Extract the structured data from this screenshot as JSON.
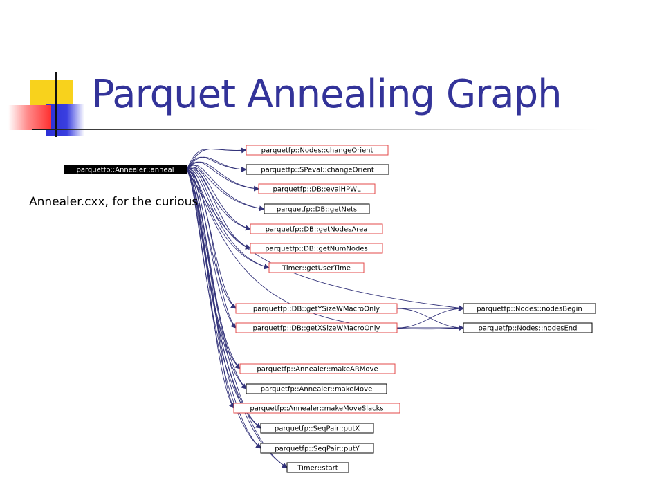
{
  "slide": {
    "title": "Parquet Annealing Graph",
    "caption": "Annealer.cxx, for the curious"
  },
  "colors": {
    "title": "#333399",
    "edge": "#33337a",
    "root_fill": "#000000",
    "node_border_red": "#e34a4a",
    "node_border_black": "#000000"
  },
  "graph": {
    "root": "parquetfp::Annealer::anneal",
    "nodes": [
      {
        "label": "parquetfp::Nodes::changeOrient",
        "border": "red"
      },
      {
        "label": "parquetfp::SPeval::changeOrient",
        "border": "black"
      },
      {
        "label": "parquetfp::DB::evalHPWL",
        "border": "red"
      },
      {
        "label": "parquetfp::DB::getNets",
        "border": "black"
      },
      {
        "label": "parquetfp::DB::getNodesArea",
        "border": "red"
      },
      {
        "label": "parquetfp::DB::getNumNodes",
        "border": "red"
      },
      {
        "label": "Timer::getUserTime",
        "border": "red"
      },
      {
        "label": "parquetfp::DB::getYSizeWMacroOnly",
        "border": "red"
      },
      {
        "label": "parquetfp::DB::getXSizeWMacroOnly",
        "border": "red"
      },
      {
        "label": "parquetfp::Annealer::makeARMove",
        "border": "red"
      },
      {
        "label": "parquetfp::Annealer::makeMove",
        "border": "black"
      },
      {
        "label": "parquetfp::Annealer::makeMoveSlacks",
        "border": "red"
      },
      {
        "label": "parquetfp::SeqPair::putX",
        "border": "black"
      },
      {
        "label": "parquetfp::SeqPair::putY",
        "border": "black"
      },
      {
        "label": "Timer::start",
        "border": "black"
      },
      {
        "label": "parquetfp::Nodes::nodesBegin",
        "border": "black"
      },
      {
        "label": "parquetfp::Nodes::nodesEnd",
        "border": "black"
      }
    ]
  }
}
